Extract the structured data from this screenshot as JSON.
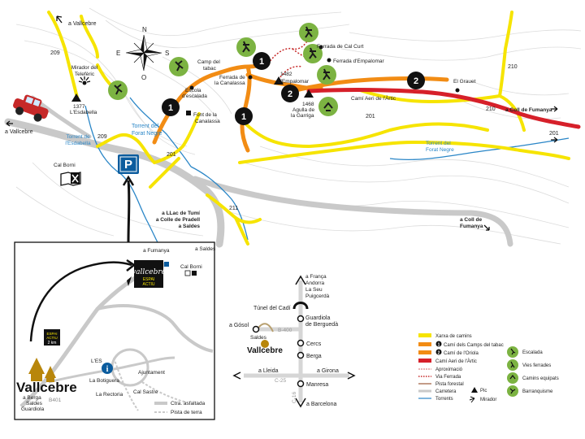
{
  "colors": {
    "yellow": "#f6e400",
    "orange": "#f28c14",
    "red": "#d6202a",
    "green": "#7cb342",
    "blue": "#2a86c7",
    "gray": "#c9c9c9",
    "dark": "#1a1a1a"
  },
  "compass": {
    "n": "N",
    "s": "S",
    "e": "E",
    "o": "O"
  },
  "labels": {
    "a_vallcebre_top": "a Vallcebre",
    "a_vallcebre_left": "a Vallcebre",
    "road_209_a": "209",
    "road_209_b": "209",
    "road_210_a": "210",
    "road_210_b": "210",
    "road_201_a": "201",
    "road_201_b": "201",
    "road_201_c": "201",
    "road_211": "211",
    "mirador_l1": "Mirador del",
    "mirador_l2": "Telefèric",
    "peak_esdabella_alt": "1377",
    "peak_esdabella_name": "L'Esdabella",
    "torrent_esdabella_l1": "Torrent de",
    "torrent_esdabella_l2": "l'Esdabella",
    "cal_borni": "Cal Borni",
    "escola_l1": "Escola",
    "escola_l2": "d'escalada",
    "camp_l1": "Camp del",
    "camp_l2": "tabac",
    "ferrada_canalassa_l1": "Ferrada de",
    "ferrada_canalassa_l2": "la Canalassa",
    "font_l1": "Font de la",
    "font_l2": "Canalassa",
    "torrent_forat_l1": "Torrent del",
    "torrent_forat_l2": "Forat Negre",
    "torrent_forat2_l1": "Torrent del",
    "torrent_forat2_l2": "Forat Negre",
    "ferrada_calcurt": "Ferrada de Cal Curt",
    "ferrada_empalomar": "Ferrada d'Empalomar",
    "peak_empalomar_alt": "1482",
    "peak_empalomar_name": "L'Empalomar",
    "peak_agulla_alt": "1468",
    "peak_agulla_l1": "Agulla de",
    "peak_agulla_l2": "la Garriga",
    "cami_aeri": "Camí Aeri de l'Àrtic",
    "el_grauet": "El Grauet",
    "coll_fumanya_right": "a Coll de Fumanya",
    "llac_l1": "a LLac de Tumí",
    "llac_l2": "a Colle de Pradell",
    "llac_l3": "a Saldes",
    "coll_fumanya_b1": "a Coll de",
    "coll_fumanya_b2": "Fumanya",
    "route1": "1",
    "route2": "2",
    "parking": "P"
  },
  "inset1": {
    "a_fumanya": "a Fumanya",
    "a_saldes": "a Saldes",
    "cal_borni": "Cal Borni",
    "logo_word": "vallcebre",
    "logo_sub1": "ESPAI",
    "logo_sub2": "ACTIU",
    "sign_l1": "ESPAI",
    "sign_l2": "ACTIU",
    "sign_dist": "2 km",
    "les": "L'ES",
    "botiguera": "La Botiguera",
    "ajuntament": "Ajuntament",
    "rectoria": "La Rectoria",
    "cal_sastre": "Cal Sastre",
    "town": "Vallcebre",
    "dest1": "a Berga",
    "dest2": "Saldes",
    "dest3": "Guardiola",
    "b401": "B401",
    "leg_asfaltada": "Ctra. asfaltada",
    "leg_terra": "Pista de terra"
  },
  "inset2": {
    "franca_l1": "a França",
    "franca_l2": "Andorra",
    "franca_l3": "La Seu",
    "franca_l4": "Puigcerdà",
    "tunel": "Túnel del Cadí",
    "gosol": "a Gósol",
    "saldes": "Saldes",
    "b400": "B-400",
    "guardiola_l1": "Guardiola",
    "guardiola_l2": "de Berguedà",
    "vallcebre": "Vallcebre",
    "cercs": "Cercs",
    "berga": "Berga",
    "lleida": "a Lleida",
    "girona": "a Girona",
    "c25": "C-25",
    "c16": "C-16",
    "manresa": "Manresa",
    "barcelona": "a Barcelona"
  },
  "legend": {
    "xarxa": "Xarxa de camins",
    "cami1_num": "1",
    "cami1": "Camí dels Camps del tabac",
    "cami2_num": "2",
    "cami2": "Camí de l'Oriola",
    "aeri": "Camí Aeri de l'Àrtic",
    "aproximacio": "Aproximació",
    "via_ferrada": "Via Ferrada",
    "pista": "Pista forestal",
    "carretera": "Carretera",
    "torrents": "Torrents",
    "pic": "Pic",
    "mirador": "Mirador",
    "escalada": "Escalada",
    "vies": "Vies ferrades",
    "camins_equipats": "Camins equipats",
    "barranquisme": "Barranquisme"
  }
}
